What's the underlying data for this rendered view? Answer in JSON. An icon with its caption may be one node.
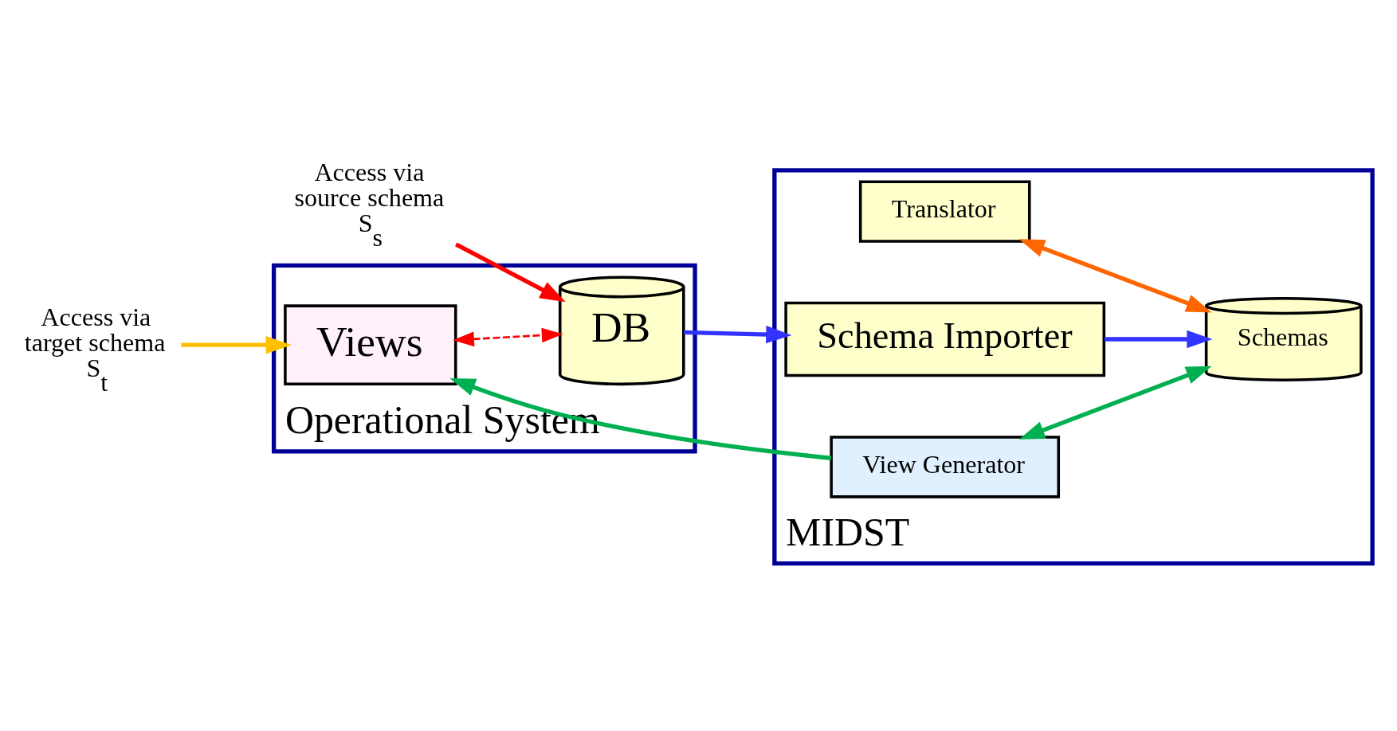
{
  "diagram": {
    "nodes": [
      {
        "text": [
          "Operational System"
        ]
      },
      {
        "text": [
          "Access via source schema S$_{s}$"
        ]
      },
      {
        "text": [
          "Access via target schema S$_{t}$"
        ]
      },
      {
        "text": [
          "Views"
        ],
        "in": 0
      },
      {
        "text": [
          "DB"
        ],
        "in": 0
      },
      {
        "text": [
          "MIDST"
        ]
      },
      {
        "text": [
          "Translator"
        ],
        "in": 5
      },
      {
        "text": [
          "View Generator"
        ],
        "in": 5
      },
      {
        "text": [
          "Schema Importer"
        ],
        "in": 5
      },
      {
        "text": [
          "Schemas"
        ],
        "in": 5
      }
    ],
    "edges": [
      {
        "from": 1,
        "to": 4,
        "arrow": "to",
        "color": "#ff0000"
      },
      {
        "from": 2,
        "to": 3,
        "arrow": "to",
        "color": "#ffc000"
      },
      {
        "from": 3,
        "to": 4,
        "arrow": "both",
        "style": "dashed",
        "color": "#ff0000"
      },
      {
        "from": 7,
        "to": 3,
        "arrow": "to",
        "color": "#00b050"
      },
      {
        "from": 7,
        "to": 9,
        "arrow": "both",
        "color": "#00b050"
      },
      {
        "from": 6,
        "to": 9,
        "arrow": "both",
        "color": "#ff6600"
      },
      {
        "from": 4,
        "to": 8,
        "arrow": "to",
        "color": "#3333ff"
      },
      {
        "from": 8,
        "to": 9,
        "arrow": "to",
        "color": "#3333ff"
      }
    ]
  }
}
